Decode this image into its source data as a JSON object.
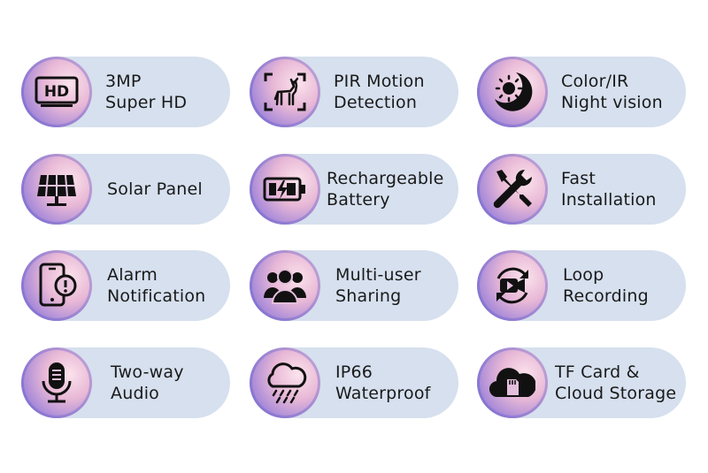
{
  "features": [
    {
      "icon": "hd-tv-icon",
      "line1": "3MP",
      "line2": "Super HD"
    },
    {
      "icon": "deer-frame-icon",
      "line1": "PIR Motion",
      "line2": "Detection"
    },
    {
      "icon": "sun-moon-icon",
      "line1": "Color/IR",
      "line2": "Night vision"
    },
    {
      "icon": "solar-panel-icon",
      "line1": "Solar Panel",
      "line2": ""
    },
    {
      "icon": "battery-charging-icon",
      "line1": "Rechargeable",
      "line2": "Battery"
    },
    {
      "icon": "wrench-screwdriver-icon",
      "line1": "Fast",
      "line2": "Installation"
    },
    {
      "icon": "phone-alert-icon",
      "line1": "Alarm",
      "line2": "Notification"
    },
    {
      "icon": "users-group-icon",
      "line1": "Multi-user",
      "line2": "Sharing"
    },
    {
      "icon": "loop-camera-icon",
      "line1": "Loop",
      "line2": "Recording"
    },
    {
      "icon": "microphone-icon",
      "line1": "Two-way",
      "line2": "Audio"
    },
    {
      "icon": "cloud-rain-icon",
      "line1": "IP66",
      "line2": "Waterproof"
    },
    {
      "icon": "sd-card-cloud-icon",
      "line1": "TF Card &",
      "line2": "Cloud Storage"
    }
  ]
}
